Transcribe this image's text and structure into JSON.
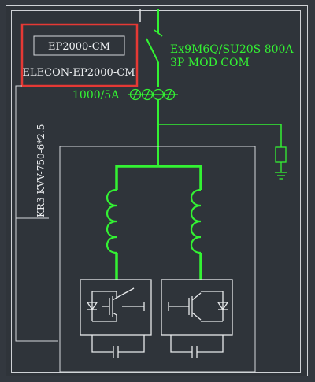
{
  "diagram": {
    "controller_model": "EP2000-CM",
    "controller_name": "ELECON-EP2000-CM",
    "breaker_model": "Ex9M6Q/SU20S 800A",
    "breaker_spec": "3P MOD COM",
    "ct_ratio": "1000/5A",
    "cable_label": "KR3 KVV-750-6*2.5"
  },
  "colors": {
    "background": "#33383f",
    "frame": "#cfd2d6",
    "power_line": "#33f233",
    "control_line": "#e8eaec",
    "highlight": "#e53935"
  },
  "icons": {
    "breaker": "breaker-switch-icon",
    "ct": "current-transformer-icon",
    "ground": "ground-icon",
    "reactor": "inductor-icon",
    "igbt": "igbt-module-icon",
    "capacitor": "capacitor-icon"
  }
}
